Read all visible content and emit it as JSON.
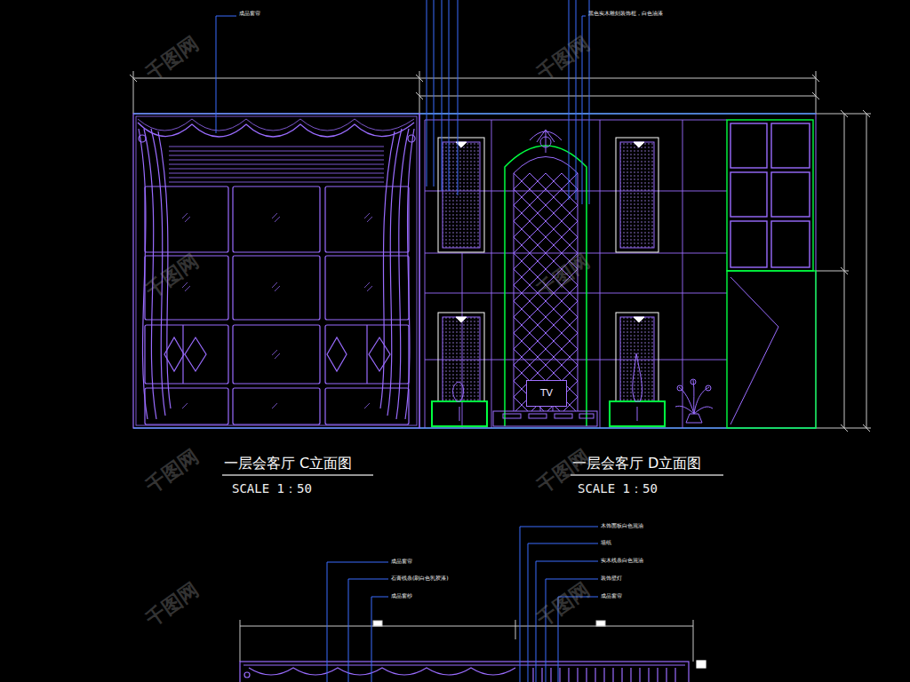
{
  "diagram": {
    "nodes": [
      {
        "text": [
          "TV"
        ]
      }
    ],
    "labels": [
      "成品窗帘",
      "黑色实木雕刻装饰框，白色油漆",
      "一层会客厅 C立面图",
      "SCALE 1：50",
      "一层会客厅 D立面图",
      "SCALE 1：50",
      "成品窗帘",
      "石膏线条(刷白色乳胶漆)",
      "成品窗纱",
      "木饰面板白色混油",
      "墙纸",
      "实木线条白色混油",
      "装饰壁灯",
      "成品窗帘",
      "千图网",
      "千图网",
      "千图网",
      "千图网",
      "千图网",
      "千图网",
      "千图网",
      "千图网"
    ]
  }
}
